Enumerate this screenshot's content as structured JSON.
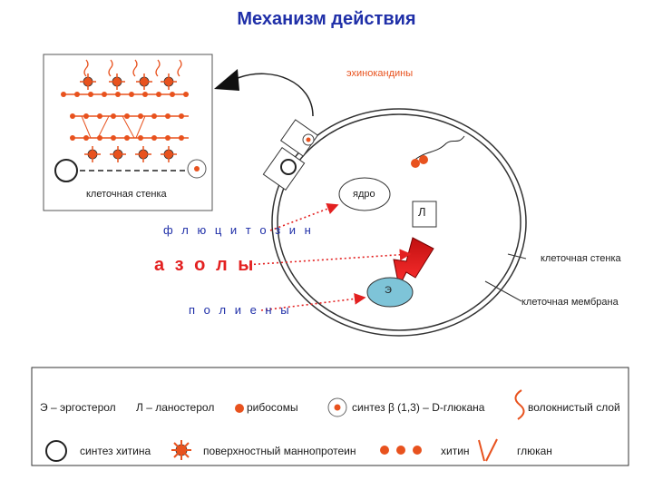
{
  "title": "Механизм действия",
  "labels": {
    "echinocandins": "эхинокандины",
    "cell_wall_inset": "клеточная стенка",
    "nucleus": "ядро",
    "lanosterol_box": "Л",
    "ergosterol_cell": "Э",
    "flucytosine": "ф л ю ц и т о з и н",
    "azoles": "а з о л ы",
    "polyenes": "п о л и е н ы",
    "cell_wall": "клеточная стенка",
    "cell_membrane": "клеточная мембрана"
  },
  "legend": {
    "ergosterol": "Э – эргостерол",
    "lanosterol": "Л – ланостерол",
    "ribosomes": "рибосомы",
    "glucan_synthesis": "синтез β (1,3) – D-глюкана",
    "fibrous_layer": "волокнистый слой",
    "chitin_synthesis": "синтез хитина",
    "mannoprotein": "поверхностный маннопротеин",
    "chitin": "хитин",
    "glucan": "глюкан"
  },
  "colors": {
    "title": "#1f2fa8",
    "orange": "#e8521e",
    "red": "#e32020",
    "outline": "#333333"
  }
}
